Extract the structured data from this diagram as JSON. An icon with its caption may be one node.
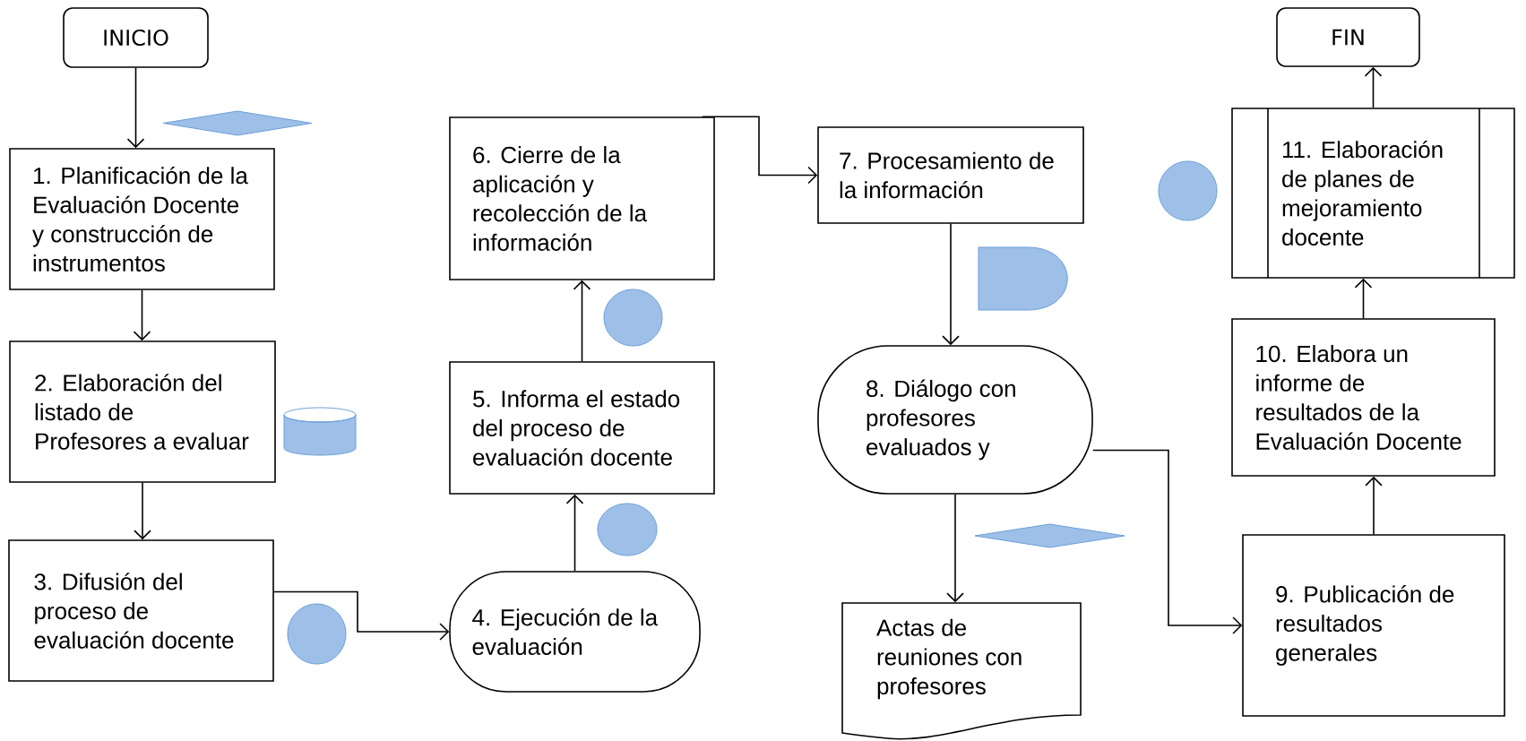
{
  "diagram": {
    "nodes": [
      {
        "text": [
          "INICIO"
        ]
      },
      {
        "text": [],
        "shape": "diamond"
      },
      {
        "text": [
          "1. Planificación de la Evaluación Docente y construcción de instrumentos"
        ]
      },
      {
        "text": [
          "2. Elaboración del listado de Profesores a evaluar"
        ]
      },
      {
        "text": [],
        "shape": "cylinder"
      },
      {
        "text": [
          "3. Difusión del proceso de evaluación docente"
        ]
      },
      {
        "text": [],
        "shape": "circle"
      },
      {
        "text": [
          "6. Cierre de la aplicación y recolección de la información"
        ]
      },
      {
        "text": [],
        "shape": "circle"
      },
      {
        "text": [
          "5. Informa el estado del proceso de evaluación docente"
        ]
      },
      {
        "text": [],
        "shape": "circle"
      },
      {
        "text": [
          "4. Ejecución de la evaluación"
        ]
      },
      {
        "text": [
          "7. Procesamiento de la información"
        ]
      },
      {
        "text": [],
        "shape": "delay"
      },
      {
        "text": [
          "8. Diálogo con profesores evaluados y"
        ]
      },
      {
        "text": [],
        "shape": "diamond"
      },
      {
        "text": [
          "Actas de reuniones con profesores"
        ]
      },
      {
        "text": [
          "FIN"
        ]
      },
      {
        "text": [],
        "shape": "circle"
      },
      {
        "text": [
          "11. Elaboración de planes de mejoramiento docente"
        ]
      },
      {
        "text": [
          "10. Elabora un informe de resultados de la Evaluación Docente"
        ]
      },
      {
        "text": [
          "9. Publicación de resultados generales"
        ]
      }
    ],
    "edges": [
      {
        "from": 0,
        "to": 2,
        "arrow": "to"
      },
      {
        "from": 2,
        "to": 3,
        "arrow": "to"
      },
      {
        "from": 3,
        "to": 5,
        "arrow": "to"
      },
      {
        "from": 5,
        "to": 11,
        "arrow": "to"
      },
      {
        "from": 11,
        "to": 9,
        "arrow": "to"
      },
      {
        "from": 9,
        "to": 7,
        "arrow": "to"
      },
      {
        "from": 7,
        "to": 12,
        "arrow": "to"
      },
      {
        "from": 12,
        "to": 14,
        "arrow": "to"
      },
      {
        "from": 14,
        "to": 16,
        "arrow": "to"
      },
      {
        "from": 14,
        "to": 21,
        "arrow": "to"
      },
      {
        "from": 21,
        "to": 20,
        "arrow": "to"
      },
      {
        "from": 20,
        "to": 19,
        "arrow": "to"
      },
      {
        "from": 19,
        "to": 17,
        "arrow": "to"
      }
    ]
  }
}
